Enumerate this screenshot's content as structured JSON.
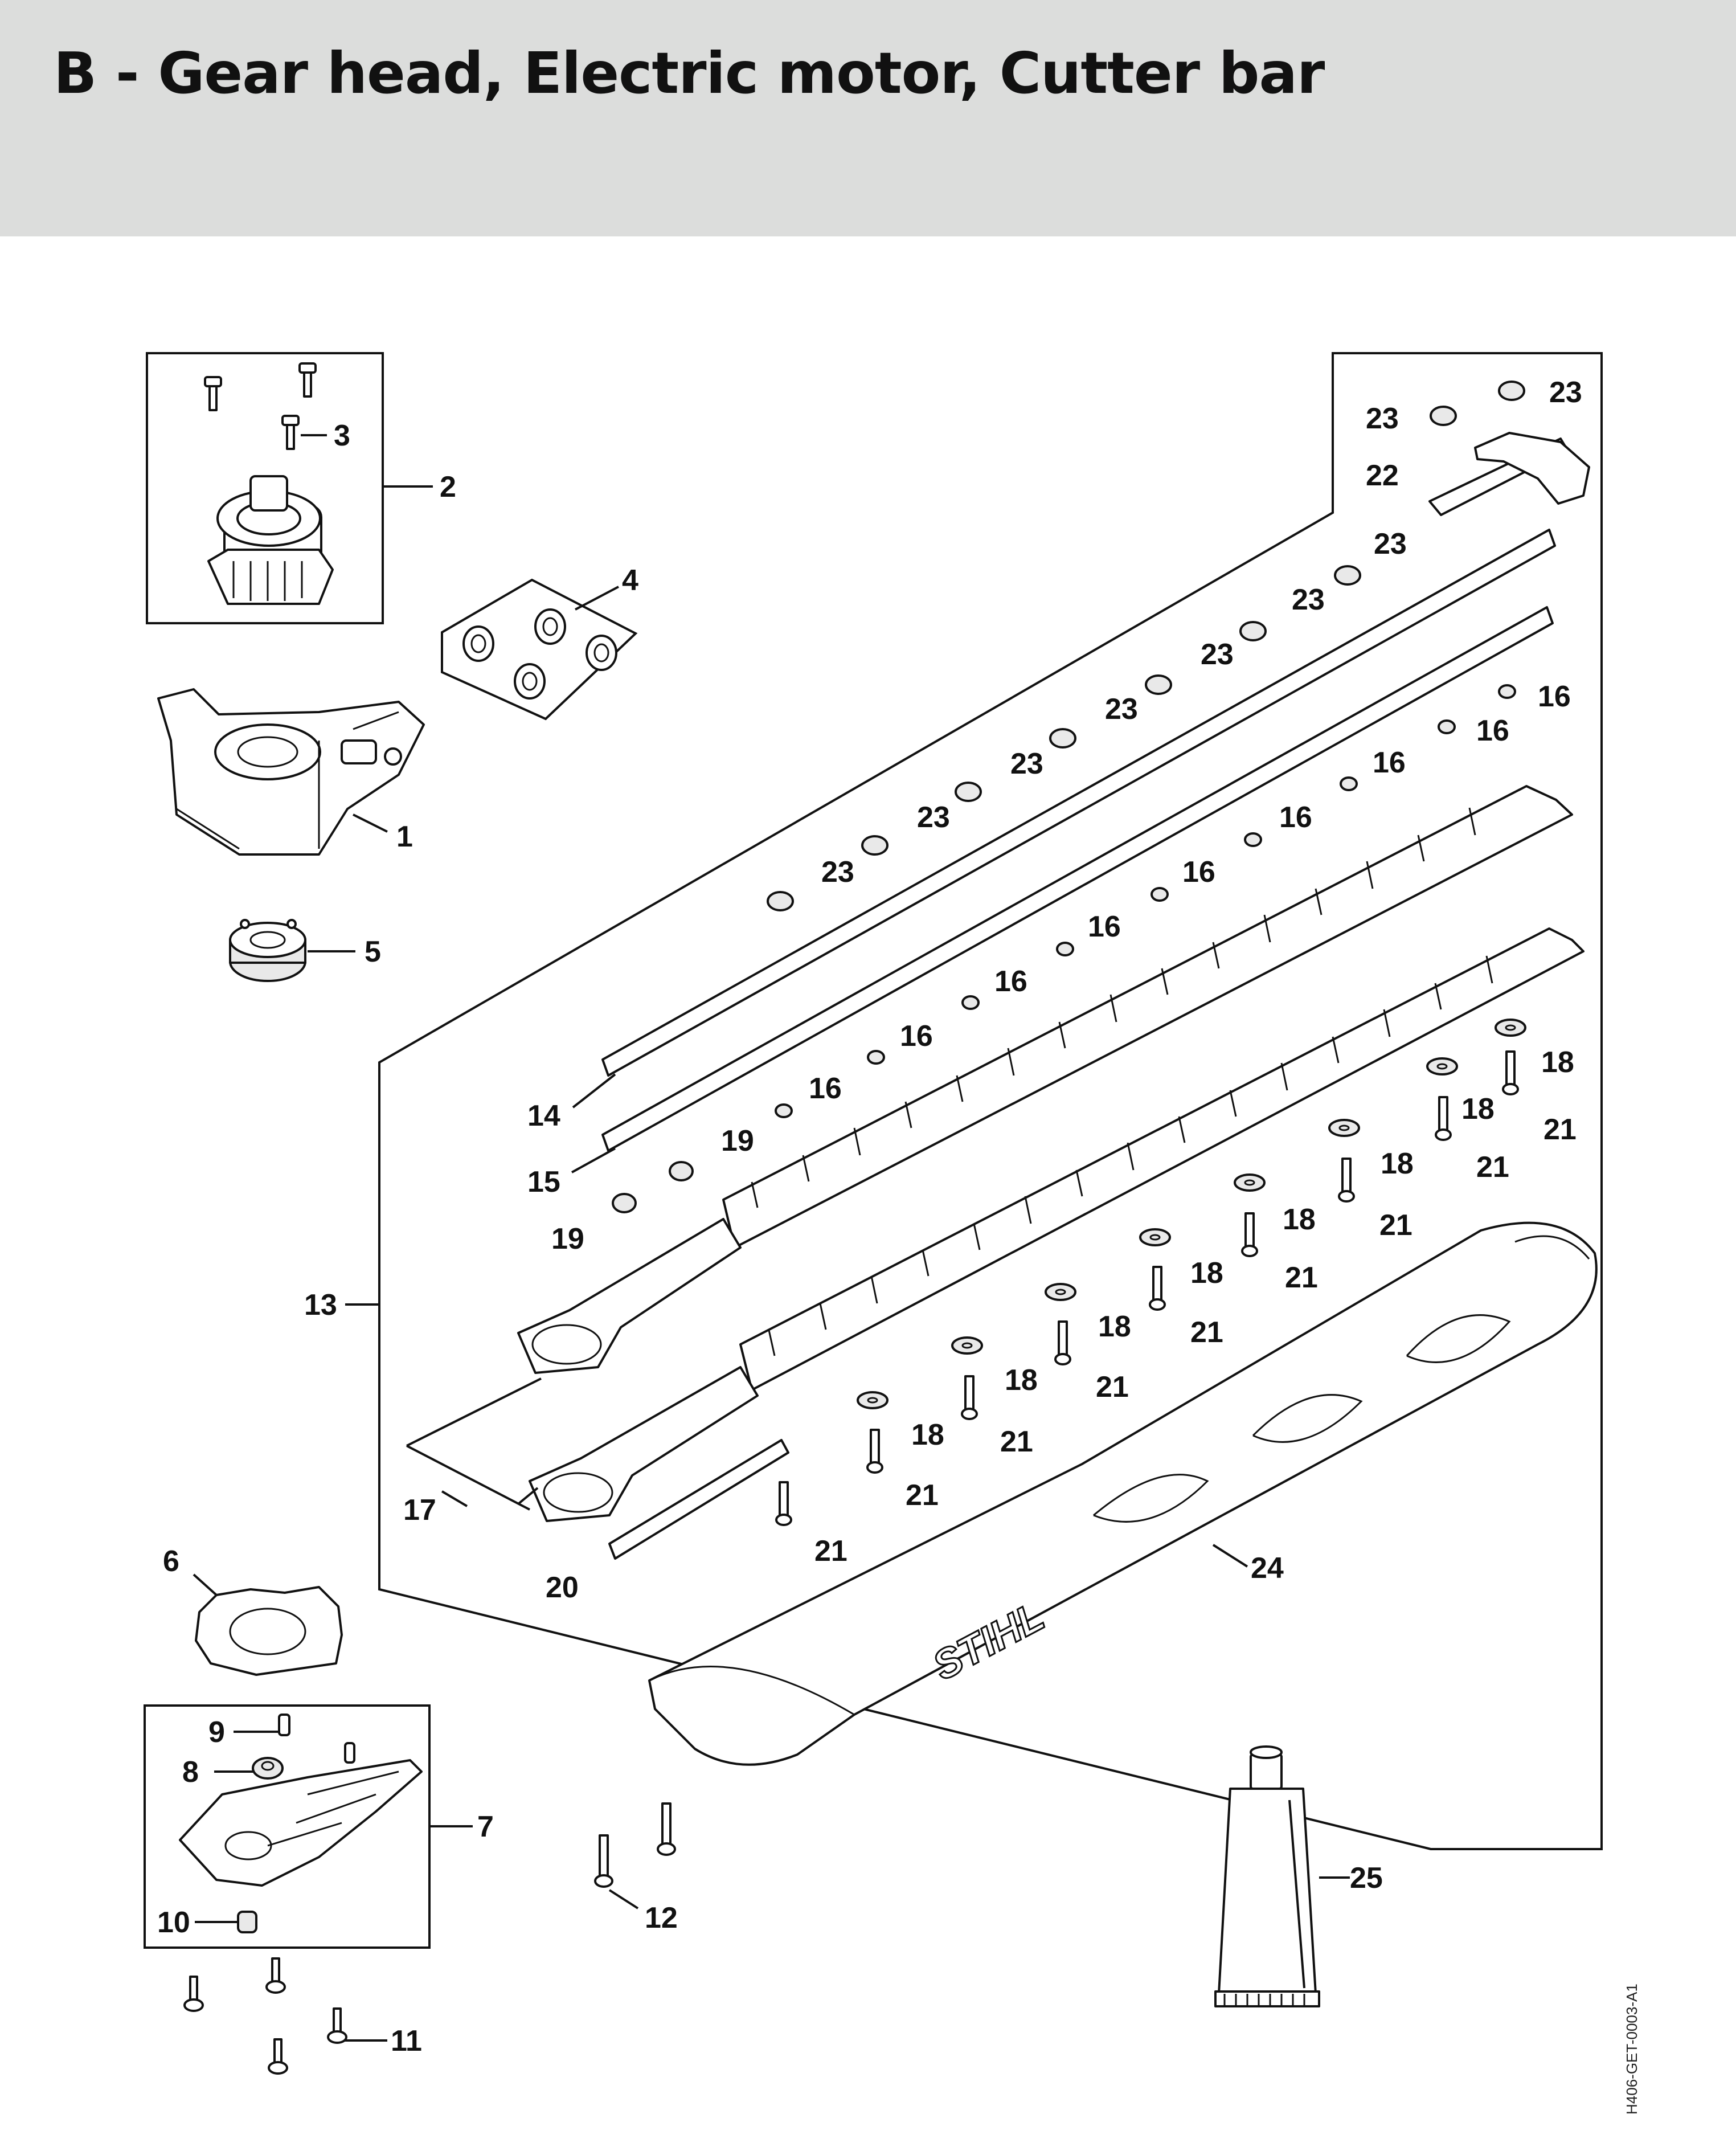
{
  "title": "B - Gear head, Electric motor, Cutter bar",
  "drawing_code": "H406-GET-0003-A1",
  "brand_mark": "STIHL",
  "callouts": {
    "c1": "1",
    "c2": "2",
    "c3": "3",
    "c4": "4",
    "c5": "5",
    "c6": "6",
    "c7": "7",
    "c8": "8",
    "c9": "9",
    "c10": "10",
    "c11": "11",
    "c12": "12",
    "c13": "13",
    "c14": "14",
    "c15": "15",
    "c16": "16",
    "c17": "17",
    "c18": "18",
    "c19": "19",
    "c20": "20",
    "c21": "21",
    "c22": "22",
    "c23": "23",
    "c24": "24",
    "c25": "25"
  },
  "colors": {
    "header_bg": "#dcdddc",
    "line": "#111111"
  }
}
